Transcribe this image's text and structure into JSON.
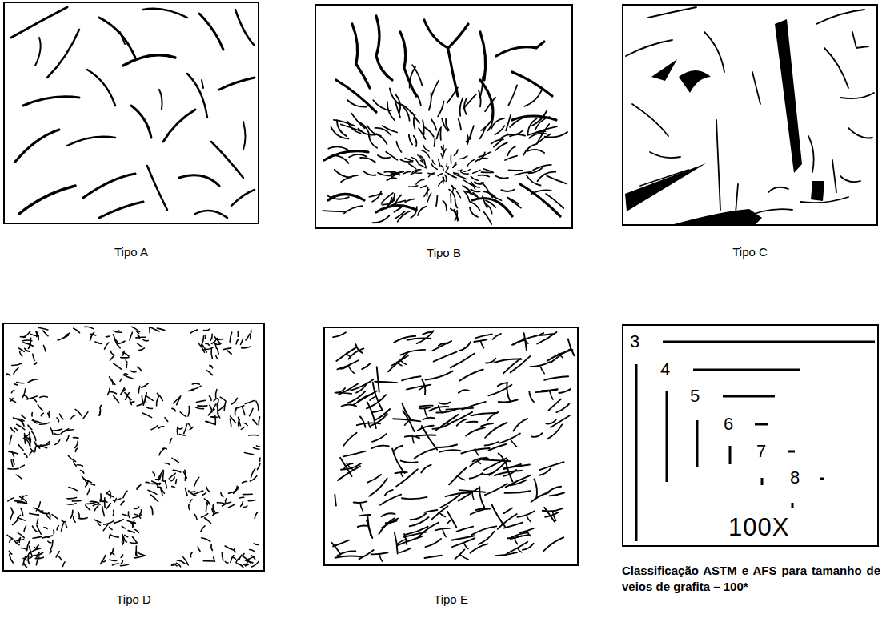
{
  "diagram": {
    "nodes": [
      {
        "text": [
          "Tipo A"
        ]
      },
      {
        "text": [
          "Tipo B"
        ]
      },
      {
        "text": [
          "Tipo C"
        ]
      },
      {
        "text": [
          "Tipo D"
        ]
      },
      {
        "text": [
          "Tipo E"
        ]
      },
      {
        "text": [
          "3",
          "4",
          "5",
          "6",
          "7",
          "8",
          "100X",
          "Classificação ASTM e AFS para tamanho de veios de grafita – 100*"
        ]
      }
    ]
  }
}
